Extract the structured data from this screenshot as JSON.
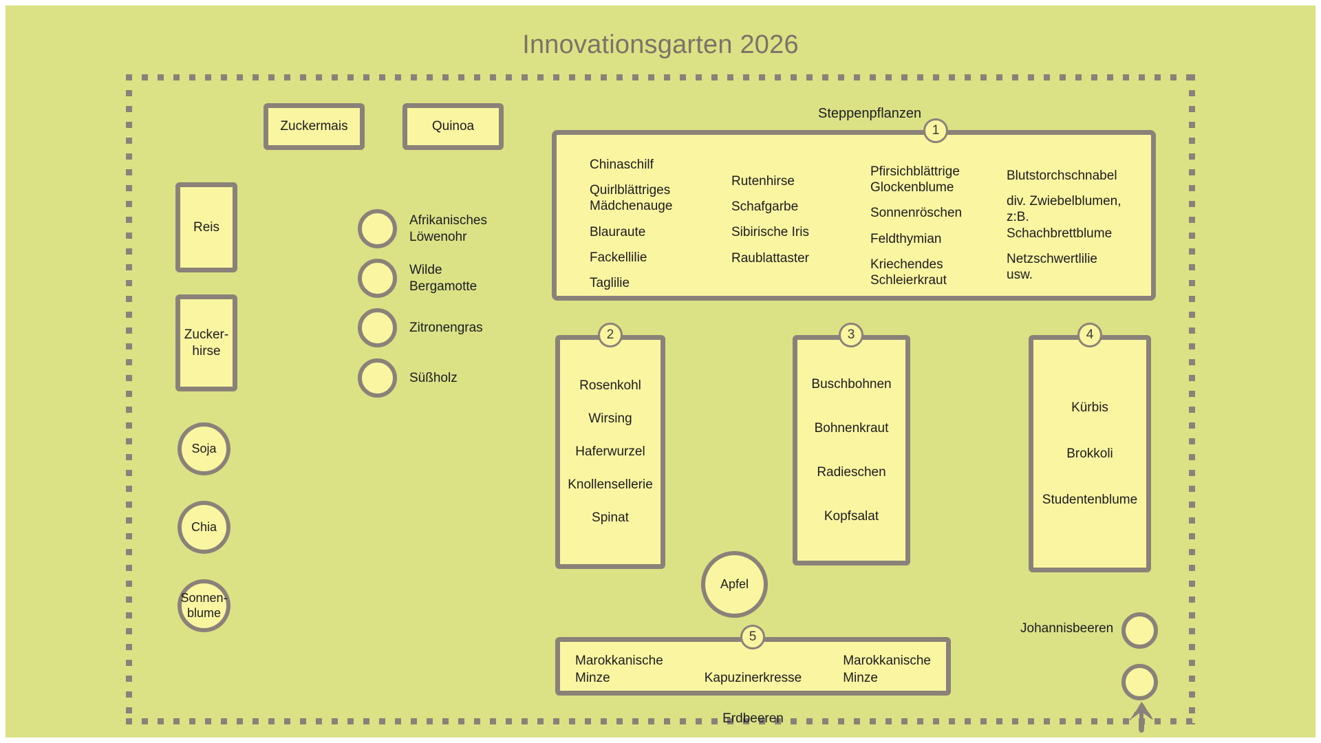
{
  "title": "Innovationsgarten 2026",
  "colors": {
    "background_green": "#dbe286",
    "bed_fill": "#faf5a0",
    "outline_gray": "#8a8178",
    "title_gray": "#7c7368",
    "text_black": "#1c1c1c"
  },
  "top_beds": [
    {
      "label": "Zuckermais"
    },
    {
      "label": "Quinoa"
    }
  ],
  "left_beds": [
    {
      "label": "Reis"
    },
    {
      "label": "Zucker-\nhirse"
    }
  ],
  "left_circles": [
    {
      "label": "Soja"
    },
    {
      "label": "Chia"
    },
    {
      "label": "Sonnen-\nblume"
    }
  ],
  "legend": [
    {
      "label": "Afrikanisches\nLöwenohr"
    },
    {
      "label": "Wilde\nBergamotte"
    },
    {
      "label": "Zitronengras"
    },
    {
      "label": "Süßholz"
    }
  ],
  "steppe": {
    "number": "1",
    "title": "Steppenpflanzen",
    "columns": [
      {
        "items": [
          "Chinaschilf",
          "Quirlblättriges\nMädchenauge",
          "Blauraute",
          "Fackellilie",
          "Taglilie"
        ]
      },
      {
        "items": [
          "Rutenhirse",
          "Schafgarbe",
          "Sibirische Iris",
          "Raublattaster"
        ]
      },
      {
        "items": [
          "Pfirsichblättrige\nGlockenblume",
          "Sonnenröschen",
          "Feldthymian",
          "Kriechendes\nSchleierkraut"
        ]
      },
      {
        "items": [
          "Blutstorchschnabel",
          "div. Zwiebelblumen,\nz:B.\nSchachbrettblume",
          "Netzschwertlilie\nusw."
        ]
      }
    ]
  },
  "beds": [
    {
      "number": "2",
      "crops": [
        "Rosenkohl",
        "Wirsing",
        "Haferwurzel",
        "Knollensellerie",
        "Spinat"
      ]
    },
    {
      "number": "3",
      "crops": [
        "Buschbohnen",
        "Bohnenkraut",
        "Radieschen",
        "Kopfsalat"
      ]
    },
    {
      "number": "4",
      "crops": [
        "Kürbis",
        "Brokkoli",
        "Studentenblume"
      ]
    }
  ],
  "apfel": {
    "label": "Apfel"
  },
  "bed5": {
    "number": "5",
    "left": "Marokkanische\nMinze",
    "middle_top": "Kapuzinerkresse",
    "middle_bottom": "Erdbeeren",
    "right": "Marokkanische\nMinze"
  },
  "johannisbeeren": {
    "label": "Johannisbeeren"
  },
  "north_arrow": {
    "icon": "north-arrow-icon"
  }
}
